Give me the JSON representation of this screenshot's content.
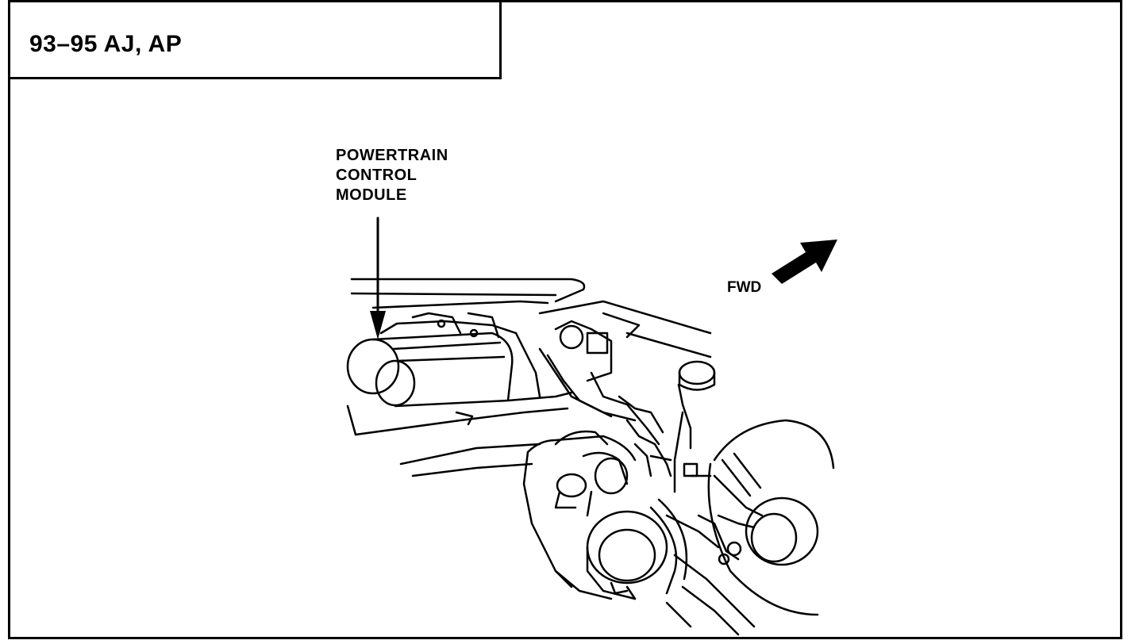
{
  "header": {
    "title": "93–95 AJ, AP"
  },
  "callout": {
    "lines": [
      "POWERTRAIN",
      "CONTROL",
      "MODULE"
    ]
  },
  "direction": {
    "label": "FWD"
  },
  "icons": {
    "leader": "down-arrow-icon",
    "direction": "forward-arrow-icon"
  }
}
